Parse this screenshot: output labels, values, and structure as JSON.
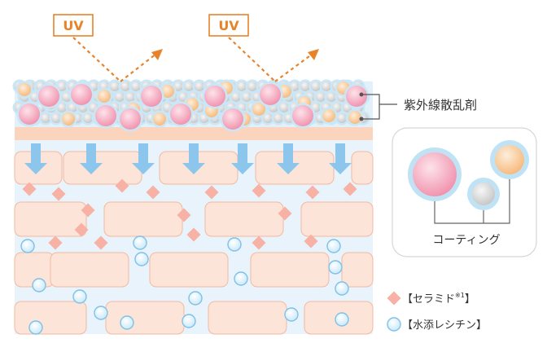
{
  "uv_labels": [
    "UV",
    "UV"
  ],
  "scatter_label": "紫外線散乱剤",
  "coating_label": "コーティング",
  "legend": {
    "ceramide": "【セラミド",
    "ceramide_note": "※1",
    "ceramide_close": "】",
    "lecithin": "【水添レシチン】"
  },
  "colors": {
    "uv_orange": "#e8832a",
    "pink_particle": "#f39cb4",
    "orange_particle": "#f8c486",
    "gray_particle": "#d2d2d2",
    "coating_ring": "#bfe3f5",
    "skin_layer": "#fbd4be",
    "cell_fill": "#fde4d8",
    "cell_stroke": "#f3b9a0",
    "intercell": "#e6f2fb",
    "arrow_blue": "#8cc6ec",
    "ceramide_diamond": "#f7b1a5",
    "lecithin_fill": "#d2ecfb",
    "lecithin_stroke": "#7ec1e8"
  }
}
